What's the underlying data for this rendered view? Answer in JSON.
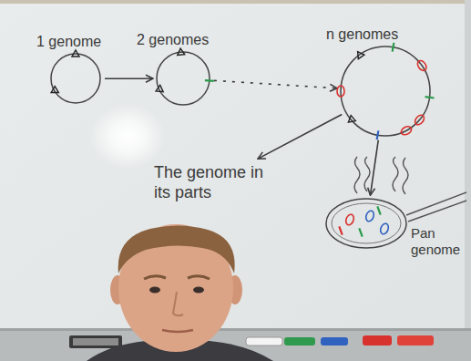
{
  "diagram": {
    "nodes": [
      {
        "text": [
          "1 genome"
        ]
      },
      {
        "text": [
          "2 genomes"
        ]
      },
      {
        "text": [
          "n genomes"
        ]
      },
      {
        "text": [
          "The genome in its parts"
        ]
      },
      {
        "text": [
          "Pan genome"
        ]
      }
    ],
    "edges": [
      {
        "from": 0,
        "to": 1,
        "arrow": "to"
      },
      {
        "from": 1,
        "to": 2,
        "arrow": "to"
      },
      {
        "from": 2,
        "to": 3,
        "arrow": "to"
      },
      {
        "from": 2,
        "to": 4,
        "arrow": "to"
      }
    ]
  }
}
